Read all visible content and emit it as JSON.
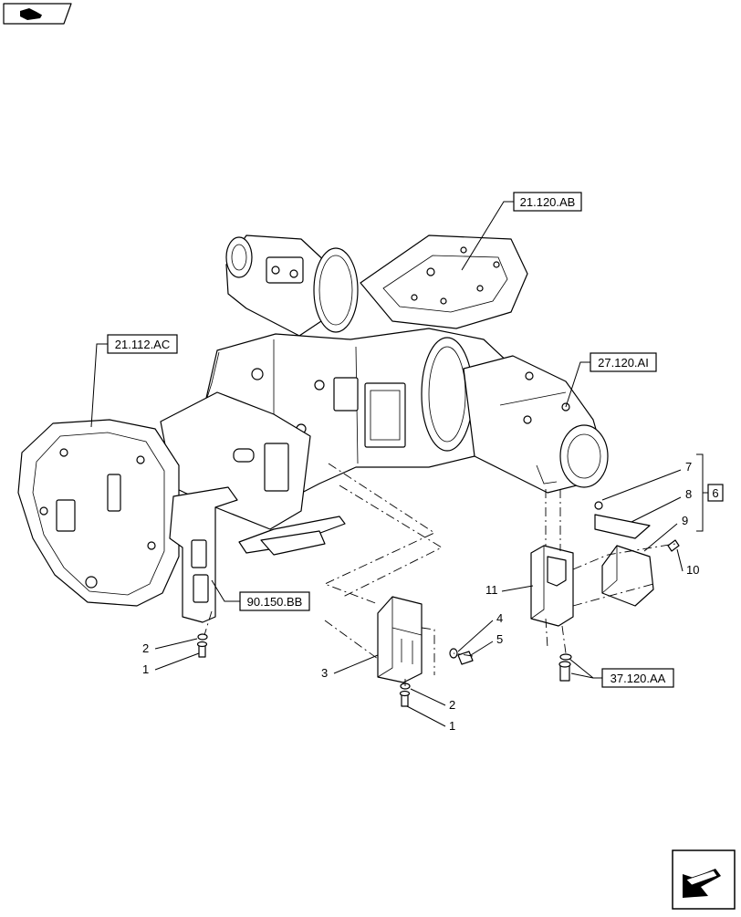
{
  "icons": {
    "top_left": "view-orientation-icon",
    "bottom_right": "next-page-arrow-icon"
  },
  "references": {
    "r1": "21.120.AB",
    "r2": "21.112.AC",
    "r3": "27.120.AI",
    "r4": "90.150.BB",
    "r5": "37.120.AA"
  },
  "callouts": {
    "c1a": "1",
    "c2a": "2",
    "c1b": "1",
    "c2b": "2",
    "c3": "3",
    "c4": "4",
    "c5": "5",
    "c7": "7",
    "c8": "8",
    "c9": "9",
    "c10": "10",
    "c11": "11",
    "kit": "6"
  }
}
